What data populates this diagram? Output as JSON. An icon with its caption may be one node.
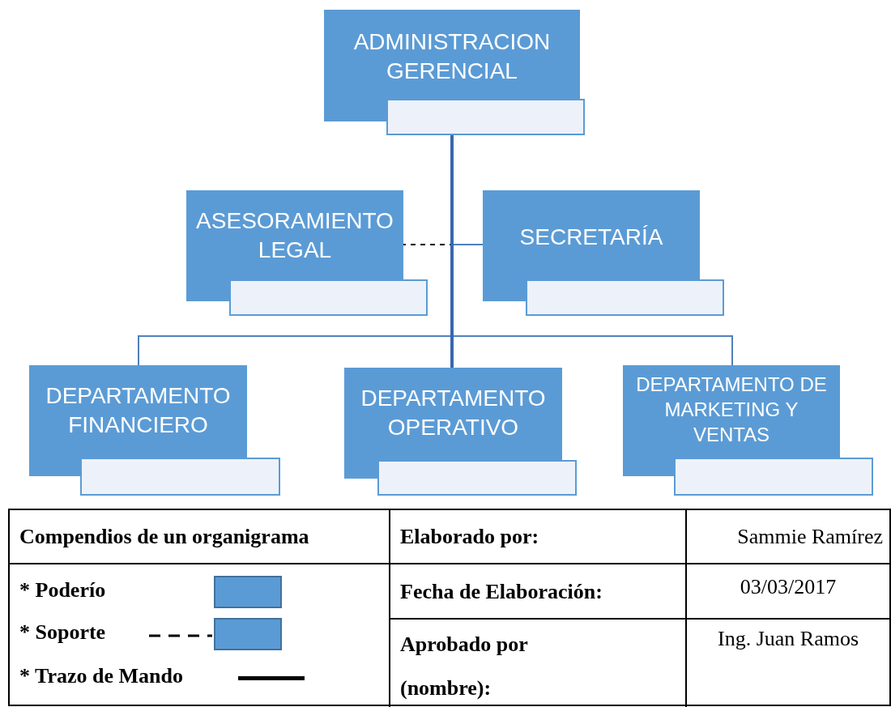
{
  "diagram": {
    "nodes": [
      {
        "text": [
          "ADMINISTRACION GERENCIAL"
        ]
      },
      {
        "text": [
          "ASESORAMIENTO LEGAL"
        ]
      },
      {
        "text": [
          "SECRETARÍA"
        ]
      },
      {
        "text": [
          "DEPARTAMENTO FINANCIERO"
        ]
      },
      {
        "text": [
          "DEPARTAMENTO OPERATIVO"
        ]
      },
      {
        "text": [
          "DEPARTAMENTO DE MARKETING Y VENTAS"
        ]
      }
    ],
    "edges": [
      {
        "from": 0,
        "to": 1,
        "arrow": "none",
        "style": "dashed",
        "color": "#000000"
      },
      {
        "from": 0,
        "to": 2,
        "arrow": "none"
      },
      {
        "from": 0,
        "to": 3,
        "arrow": "none"
      },
      {
        "from": 0,
        "to": 5,
        "arrow": "none"
      },
      {
        "from": 0,
        "to": 4,
        "arrow": "none",
        "style": "thick"
      }
    ],
    "labels": [
      "Compendios de un organigrama",
      "Elaborado por:",
      "Sammie Ramírez",
      "Fecha de Elaboración:",
      "03/03/2017",
      "Aprobado por (nombre):",
      "Ing. Juan Ramos"
    ],
    "legend": [
      {
        "text": "* Poderío",
        "color": "#5b9bd5"
      },
      {
        "text": "* Soporte",
        "color": "#5b9bd5"
      },
      {
        "text": "* Trazo de Mando"
      }
    ]
  }
}
